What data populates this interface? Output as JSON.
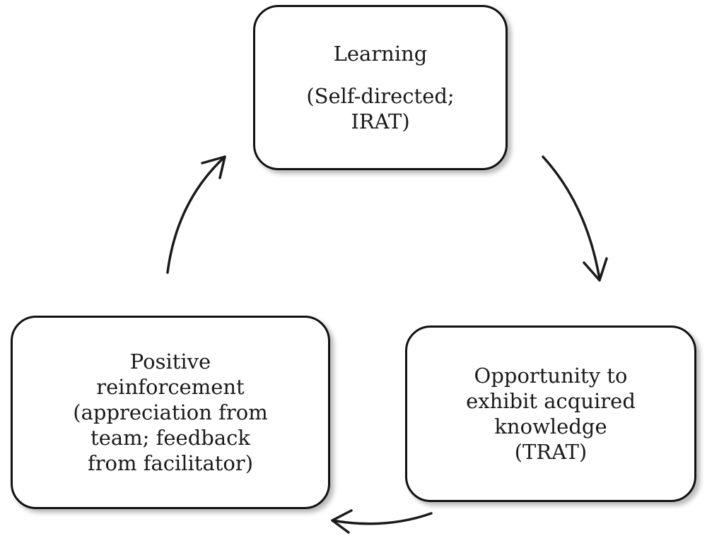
{
  "nodes": {
    "learning": {
      "title": "Learning",
      "lines": [
        "(Self-directed;",
        "IRAT)"
      ]
    },
    "opportunity": {
      "lines": [
        "Opportunity to",
        "exhibit acquired",
        "knowledge",
        "(TRAT)"
      ]
    },
    "positive": {
      "lines": [
        "Positive",
        "reinforcement",
        "(appreciation from",
        "team; feedback",
        "from facilitator)"
      ]
    }
  },
  "edges": [
    {
      "from": "learning",
      "to": "opportunity"
    },
    {
      "from": "opportunity",
      "to": "positive"
    },
    {
      "from": "positive",
      "to": "learning"
    }
  ]
}
